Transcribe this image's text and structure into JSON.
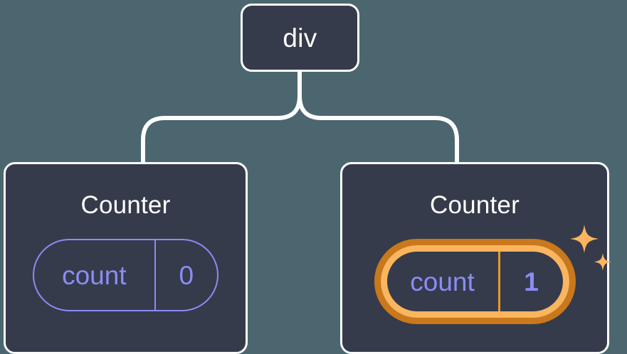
{
  "diagram": {
    "type": "component-tree",
    "background_color": "#4c6670",
    "node_fill_color": "#353b4a",
    "node_border_color": "#fdfdfd",
    "state_accent_color": "#8b8cf5",
    "highlight_outer_color": "#c9781c",
    "highlight_inner_color": "#fab55e",
    "root": {
      "label": "div"
    },
    "children": [
      {
        "title": "Counter",
        "state": {
          "key": "count",
          "value": "0"
        },
        "highlighted": false
      },
      {
        "title": "Counter",
        "state": {
          "key": "count",
          "value": "1"
        },
        "highlighted": true,
        "sparkle_icons": [
          "sparkle-large",
          "sparkle-small"
        ]
      }
    ]
  }
}
